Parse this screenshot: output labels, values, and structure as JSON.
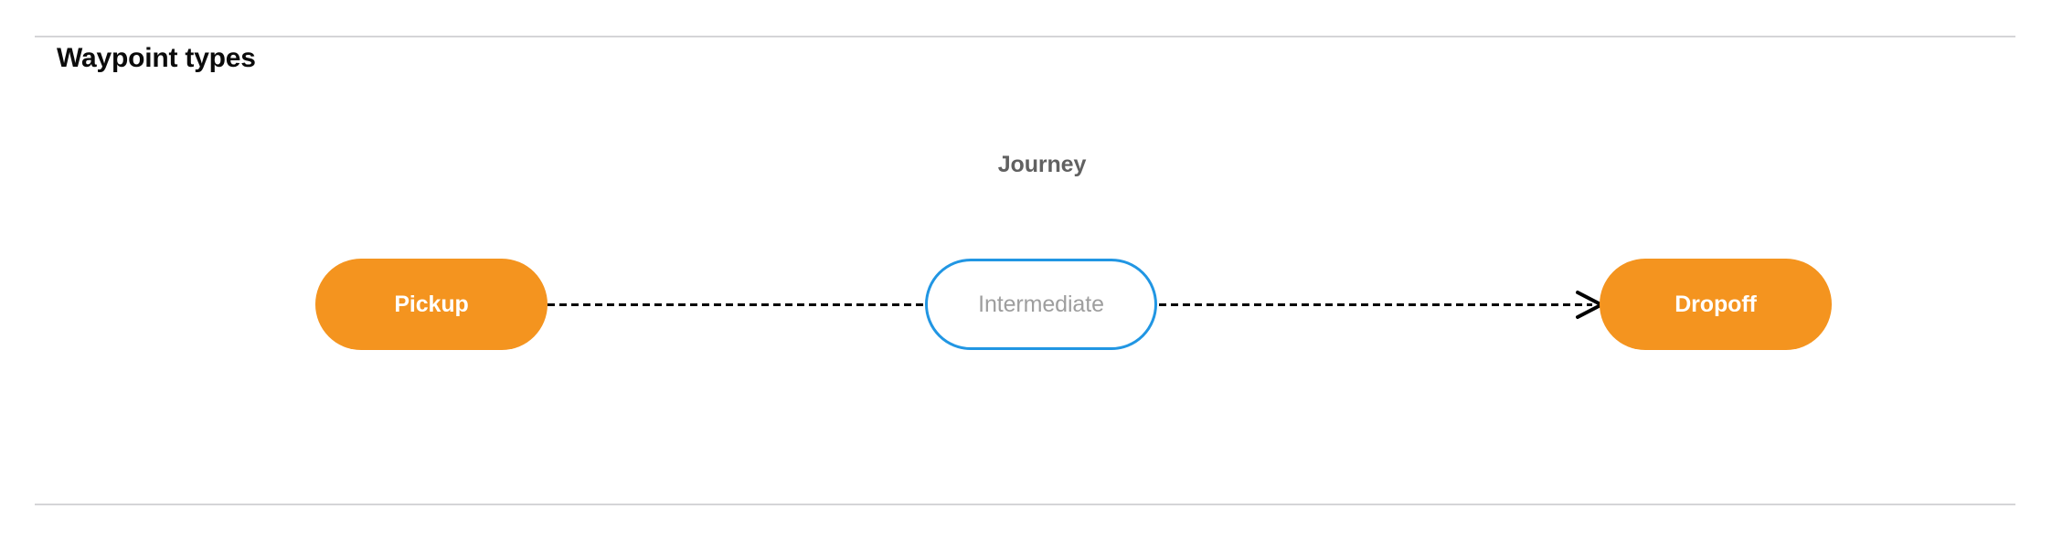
{
  "section": {
    "title": "Waypoint types"
  },
  "diagram": {
    "group_label": "Journey",
    "nodes": [
      {
        "id": "pickup",
        "label": "Pickup",
        "style": "filled",
        "fill": "#f4941f",
        "text_color": "#ffffff"
      },
      {
        "id": "intermediate",
        "label": "Intermediate",
        "style": "outlined",
        "fill": "#ffffff",
        "border_color": "#2196e3",
        "text_color": "#9e9e9e"
      },
      {
        "id": "dropoff",
        "label": "Dropoff",
        "style": "filled",
        "fill": "#f4941f",
        "text_color": "#ffffff"
      }
    ],
    "edges": [
      {
        "id": "pickup-to-intermediate",
        "from": "pickup",
        "to": "intermediate",
        "style": "dashed",
        "color": "#000000",
        "arrowhead": false
      },
      {
        "id": "intermediate-to-dropoff",
        "from": "intermediate",
        "to": "dropoff",
        "style": "dashed",
        "color": "#000000",
        "arrowhead": true
      }
    ]
  },
  "colors": {
    "accent_orange": "#f4941f",
    "accent_blue": "#2196e3",
    "muted_text": "#9e9e9e",
    "label_text": "#616161",
    "divider": "#d5d5d7",
    "background": "#ffffff"
  }
}
